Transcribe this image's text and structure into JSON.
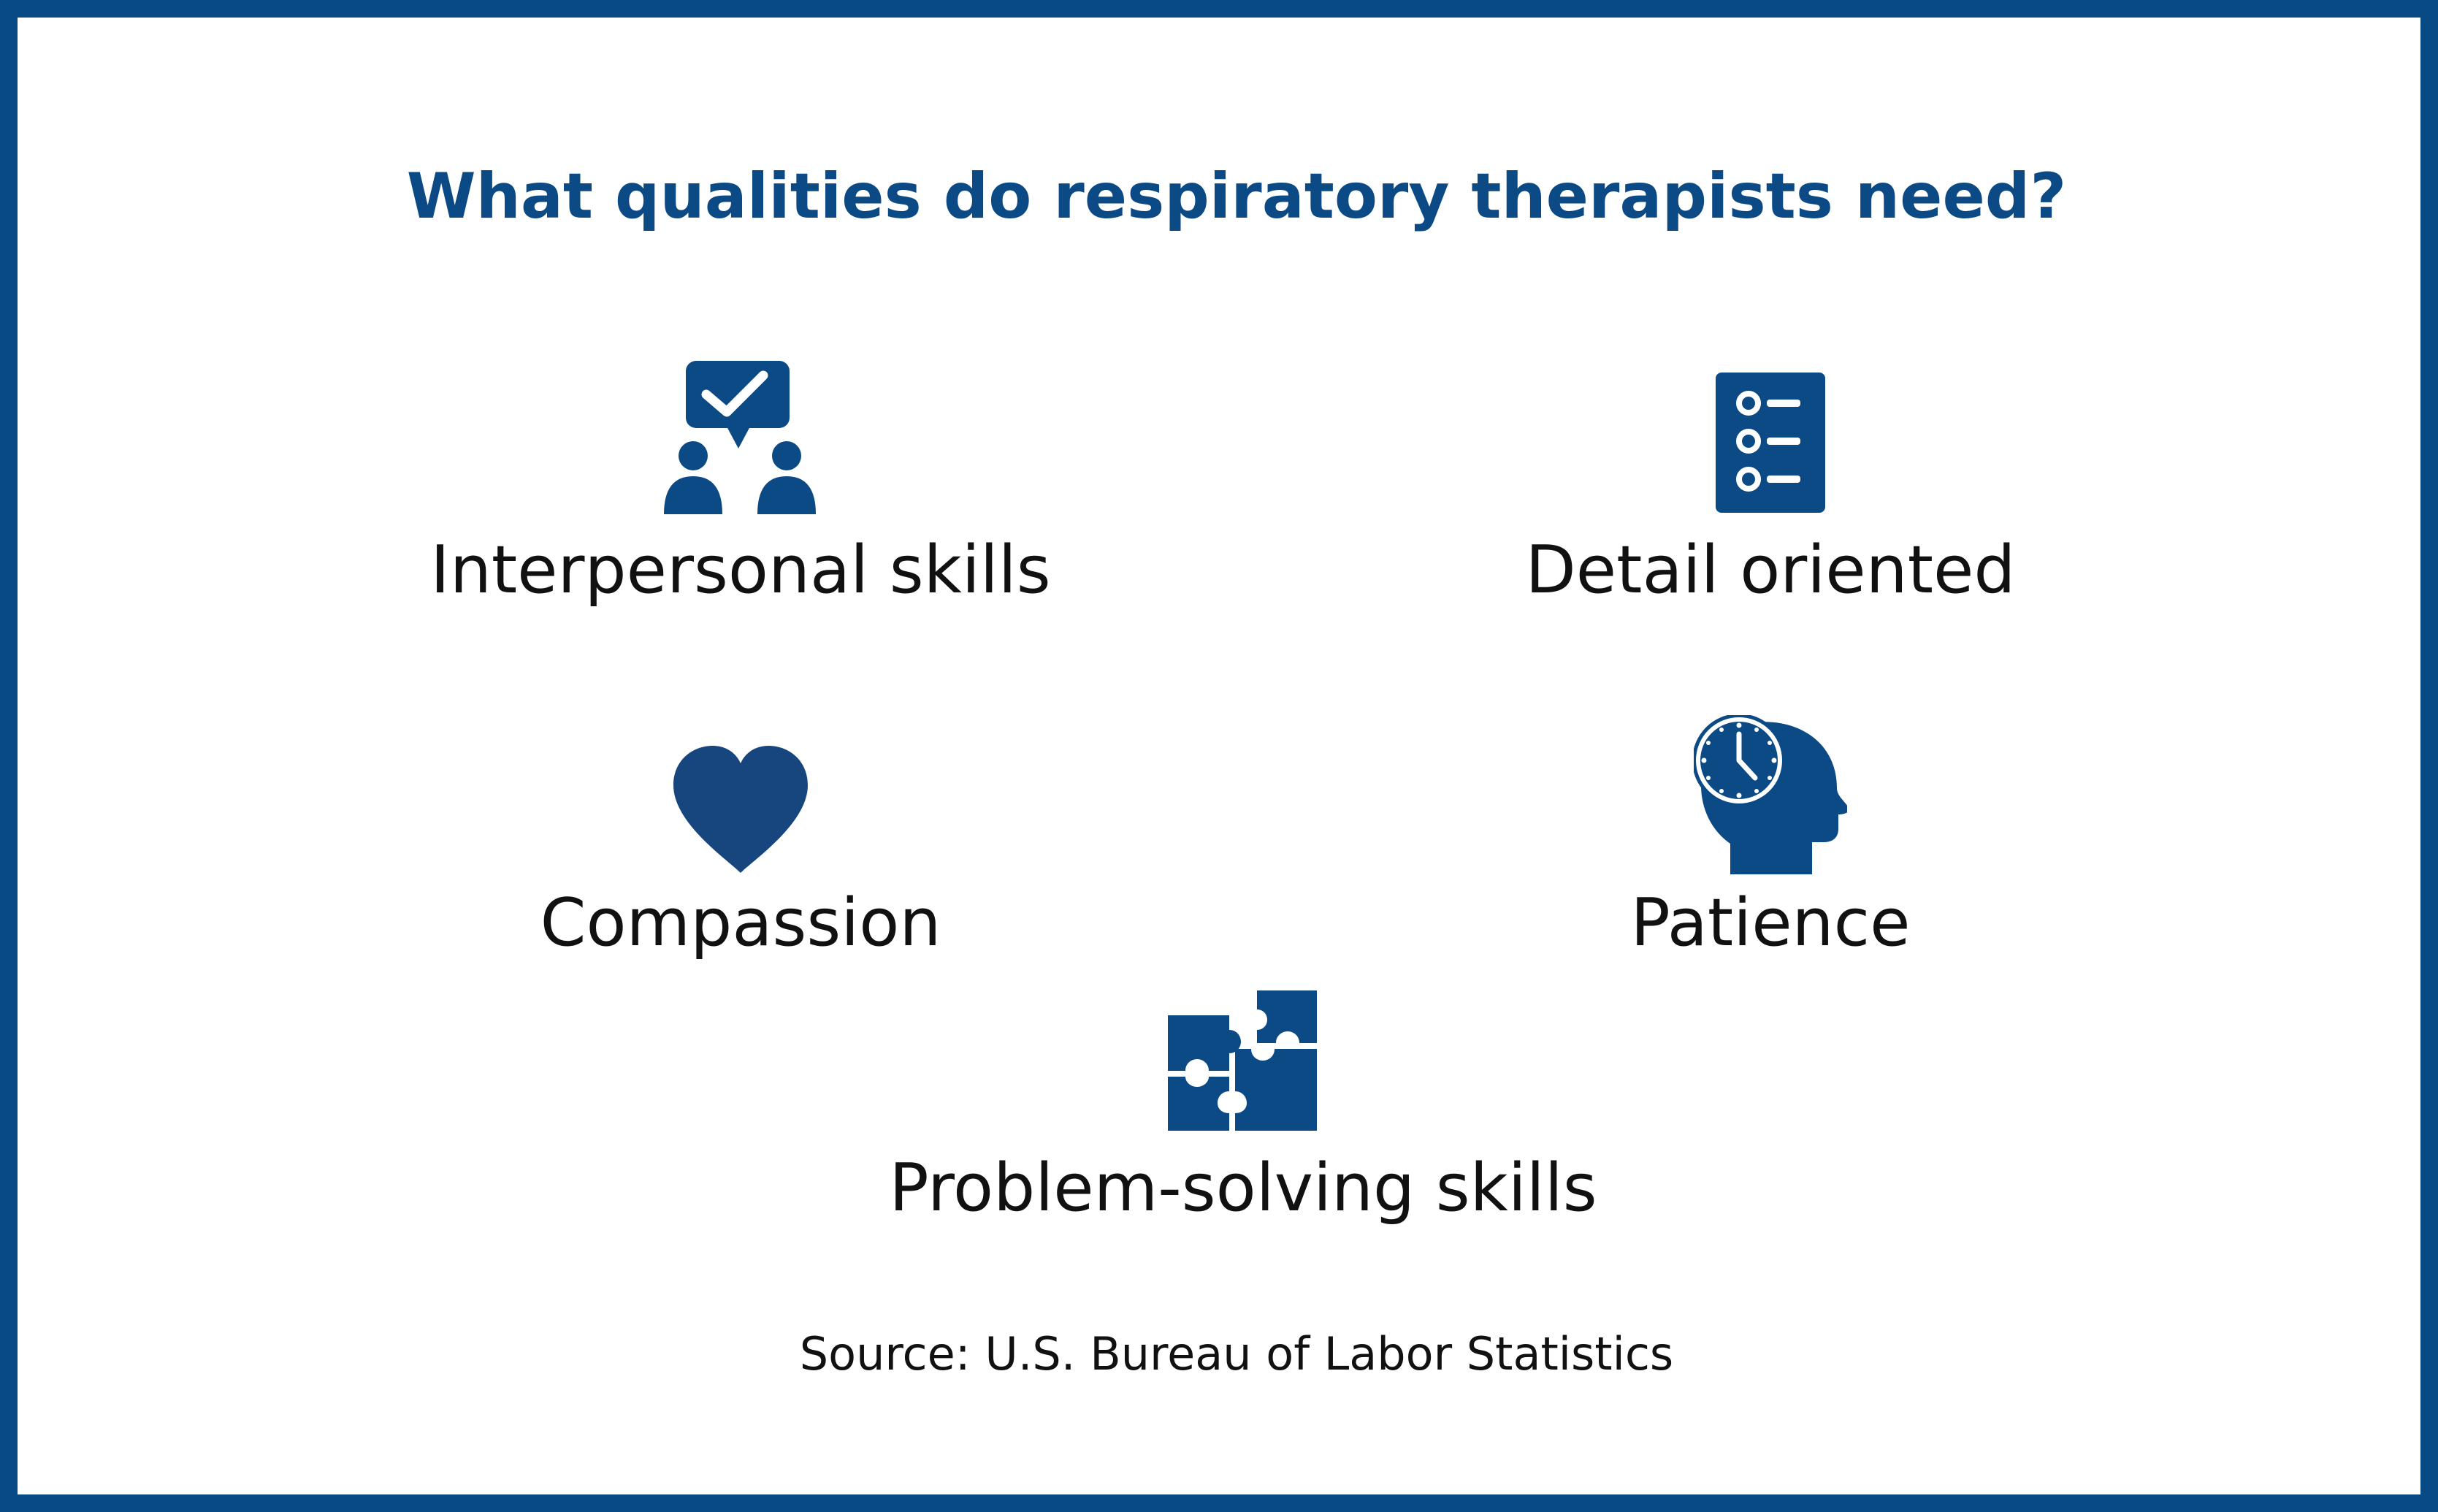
{
  "page": {
    "title": "What qualities do respiratory therapists need?",
    "source": "Source: U.S. Bureau of Labor Statistics"
  },
  "colors": {
    "brand": "#074a86",
    "icon": "#0c4a86",
    "heart": "#17467f",
    "text": "#111111",
    "background": "#ffffff"
  },
  "qualities": [
    {
      "label": "Interpersonal skills",
      "icon": "people-chat-check-icon"
    },
    {
      "label": "Detail oriented",
      "icon": "checklist-icon"
    },
    {
      "label": "Compassion",
      "icon": "heart-icon"
    },
    {
      "label": "Patience",
      "icon": "head-clock-icon"
    },
    {
      "label": "Problem-solving skills",
      "icon": "puzzle-icon"
    }
  ]
}
